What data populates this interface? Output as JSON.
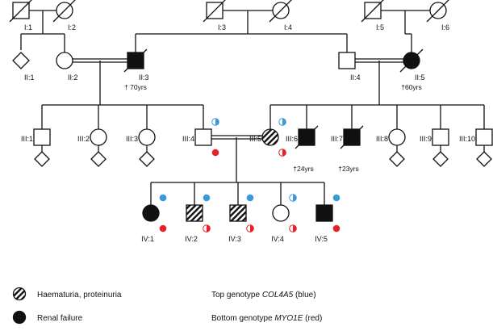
{
  "individuals": [
    {
      "id": "I:1",
      "sex": "male",
      "affected": "none",
      "deceased": true
    },
    {
      "id": "I:2",
      "sex": "female",
      "affected": "none",
      "deceased": true
    },
    {
      "id": "I:3",
      "sex": "male",
      "affected": "none",
      "deceased": true
    },
    {
      "id": "I:4",
      "sex": "female",
      "affected": "none",
      "deceased": true
    },
    {
      "id": "I:5",
      "sex": "male",
      "affected": "none",
      "deceased": true
    },
    {
      "id": "I:6",
      "sex": "female",
      "affected": "none",
      "deceased": true
    },
    {
      "id": "II:1",
      "sex": "unknown",
      "affected": "none",
      "deceased": false
    },
    {
      "id": "II:2",
      "sex": "female",
      "affected": "none",
      "deceased": false
    },
    {
      "id": "II:3",
      "sex": "male",
      "affected": "renal",
      "deceased": true,
      "age": "† 70yrs"
    },
    {
      "id": "II:4",
      "sex": "male",
      "affected": "none",
      "deceased": false
    },
    {
      "id": "II:5",
      "sex": "female",
      "affected": "renal",
      "deceased": true,
      "age": "†60yrs"
    },
    {
      "id": "III:1",
      "sex": "male",
      "affected": "none",
      "deceased": false
    },
    {
      "id": "III:2",
      "sex": "female",
      "affected": "none",
      "deceased": false
    },
    {
      "id": "III:3",
      "sex": "female",
      "affected": "none",
      "deceased": false
    },
    {
      "id": "III:4",
      "sex": "male",
      "affected": "none",
      "deceased": false,
      "top": "half",
      "bottom": "full"
    },
    {
      "id": "III:5",
      "sex": "female",
      "affected": "haematuria",
      "deceased": false,
      "top": "half",
      "bottom": "half"
    },
    {
      "id": "III:6",
      "sex": "male",
      "affected": "renal",
      "deceased": true,
      "age": "†24yrs"
    },
    {
      "id": "III:7",
      "sex": "male",
      "affected": "renal",
      "deceased": true,
      "age": "†23yrs"
    },
    {
      "id": "III:8",
      "sex": "female",
      "affected": "none",
      "deceased": false
    },
    {
      "id": "III:9",
      "sex": "male",
      "affected": "none",
      "deceased": false
    },
    {
      "id": "III:10",
      "sex": "male",
      "affected": "none",
      "deceased": false
    },
    {
      "id": "IV:1",
      "sex": "female",
      "affected": "renal",
      "deceased": false,
      "top": "full",
      "bottom": "full"
    },
    {
      "id": "IV:2",
      "sex": "male",
      "affected": "haematuria",
      "deceased": false,
      "top": "full",
      "bottom": "half"
    },
    {
      "id": "IV:3",
      "sex": "male",
      "affected": "haematuria",
      "deceased": false,
      "top": "full",
      "bottom": "half"
    },
    {
      "id": "IV:4",
      "sex": "female",
      "affected": "none",
      "deceased": false,
      "top": "half",
      "bottom": "half"
    },
    {
      "id": "IV:5",
      "sex": "male",
      "affected": "renal",
      "deceased": false,
      "top": "full",
      "bottom": "full"
    }
  ],
  "legend": {
    "haematuria": "Haematuria, proteinuria",
    "renal": "Renal failure",
    "top_prefix": "Top genotype ",
    "top_gene": "COL4A5",
    "top_suffix": " (blue)",
    "bottom_prefix": "Bottom genotype ",
    "bottom_gene": "MYO1E",
    "bottom_suffix": " (red)"
  },
  "colors": {
    "line": "#111111",
    "blue": "#3a9ad9",
    "red": "#e8202a"
  }
}
